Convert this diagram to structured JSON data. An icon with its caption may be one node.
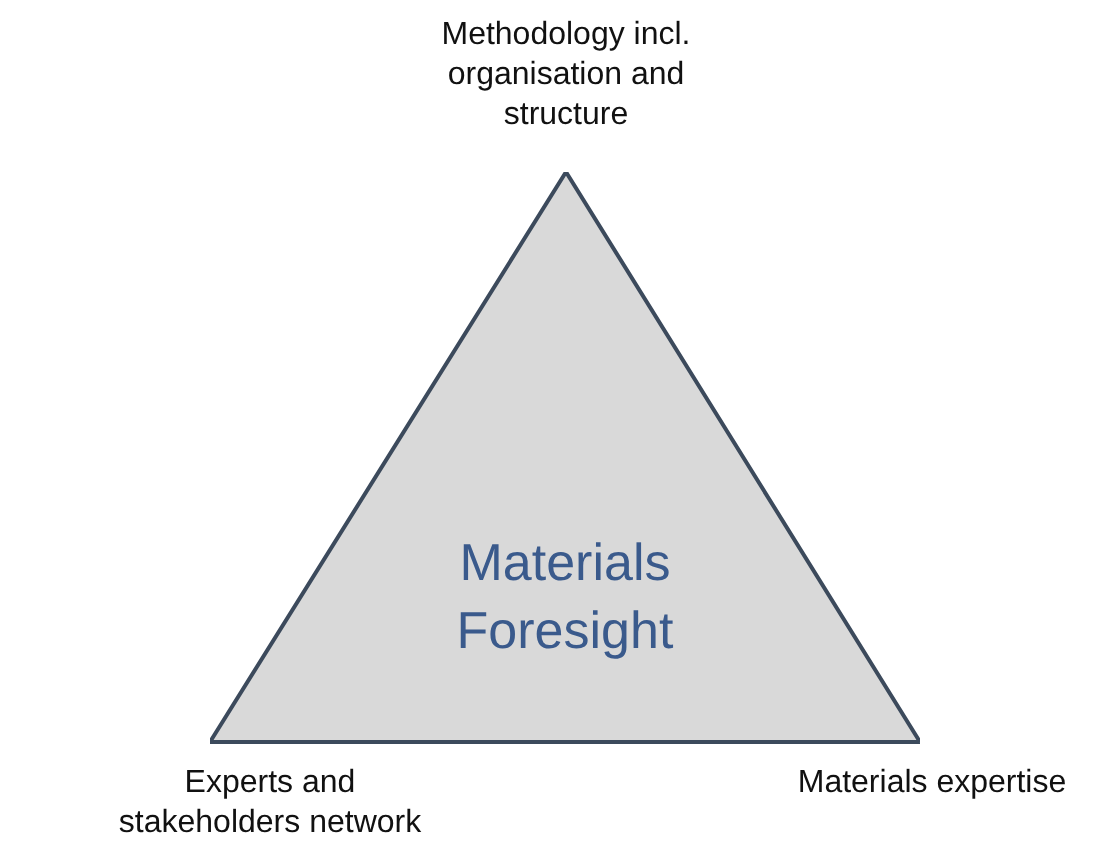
{
  "diagram": {
    "nodes": [
      {
        "text": [
          "Materials Foresight"
        ]
      }
    ],
    "edges": [],
    "labels": [
      "Methodology incl. organisation and structure",
      "Experts and stakeholders network",
      "Materials expertise"
    ]
  }
}
